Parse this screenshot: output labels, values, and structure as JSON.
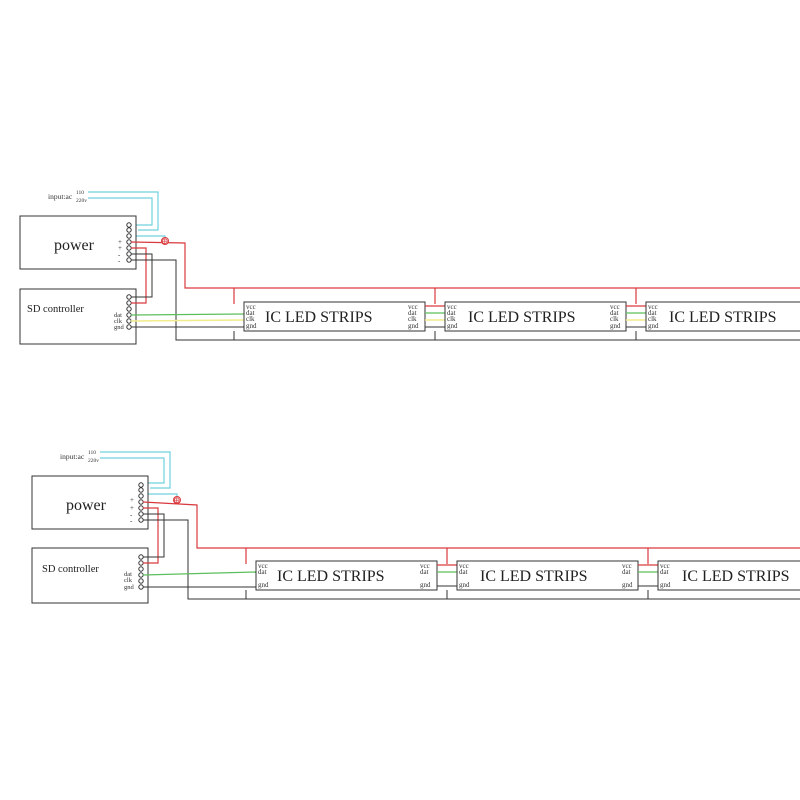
{
  "diagram1": {
    "input_prefix": "input:ac",
    "input_top": "110",
    "input_bottom": "220v",
    "power_label": "power",
    "power_signs": [
      "+",
      "+",
      "-",
      "-"
    ],
    "controller_label": "SD controller",
    "controller_pins": [
      "dat",
      "clk",
      "gnd"
    ],
    "fuse_symbol": "⊕",
    "strip_label": "IC LED STRIPS",
    "strip_pins_in": [
      "vcc",
      "dat",
      "clk",
      "gnd"
    ],
    "strip_pins_out": [
      "vcc",
      "dat",
      "clk",
      "gnd"
    ]
  },
  "diagram2": {
    "input_prefix": "input:ac",
    "input_top": "110",
    "input_bottom": "220v",
    "power_label": "power",
    "power_signs": [
      "+",
      "+",
      "-",
      "-"
    ],
    "controller_label": "SD controller",
    "controller_pins": [
      "dat",
      "clk",
      "gnd"
    ],
    "fuse_symbol": "⊕",
    "strip_label": "IC LED STRIPS",
    "strip_pins_in": [
      "vcc",
      "dat",
      "gnd"
    ],
    "strip_pins_out": [
      "vcc",
      "dat",
      "gnd"
    ]
  },
  "colors": {
    "positive_wire": "#d9393e",
    "ac_input_wire": "#6fd1de",
    "data_wire": "#5bbf5b",
    "clock_wire": "#f1ec8c",
    "ground_wire": "#333333"
  }
}
